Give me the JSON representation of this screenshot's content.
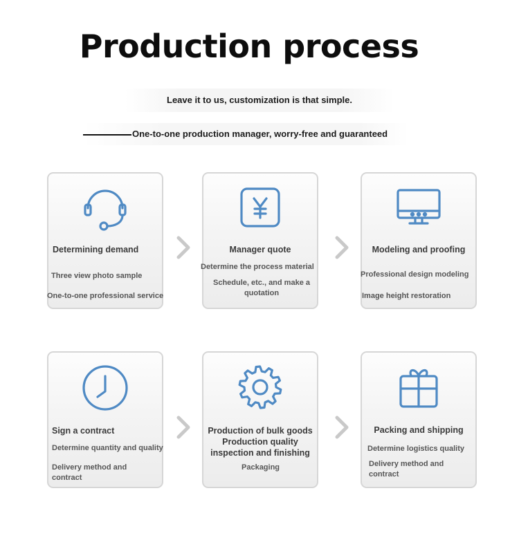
{
  "header": {
    "title": "Production process",
    "subtitle": "Leave it to us, customization is that simple.",
    "tagline": "One-to-one production manager, worry-free and guaranteed"
  },
  "accent_color": "#4f8ac4",
  "steps": [
    {
      "icon": "headset-icon",
      "title": "Determining demand",
      "lines": [
        "Three view photo sample",
        "One-to-one professional service"
      ]
    },
    {
      "icon": "yen-icon",
      "title": "Manager quote",
      "lines": [
        "Determine the process material",
        "Schedule, etc., and make a quotation"
      ]
    },
    {
      "icon": "monitor-icon",
      "title": "Modeling and proofing",
      "lines": [
        "Professional design modeling",
        "Image height restoration"
      ]
    },
    {
      "icon": "clock-icon",
      "title": "Sign a contract",
      "lines": [
        "Determine quantity and quality",
        "Delivery method and contract"
      ]
    },
    {
      "icon": "gear-icon",
      "title": "Production of bulk goods Production quality inspection and finishing",
      "lines": [
        "Packaging"
      ]
    },
    {
      "icon": "gift-icon",
      "title": "Packing and shipping",
      "lines": [
        "Determine logistics quality",
        "Delivery method and contract"
      ]
    }
  ]
}
